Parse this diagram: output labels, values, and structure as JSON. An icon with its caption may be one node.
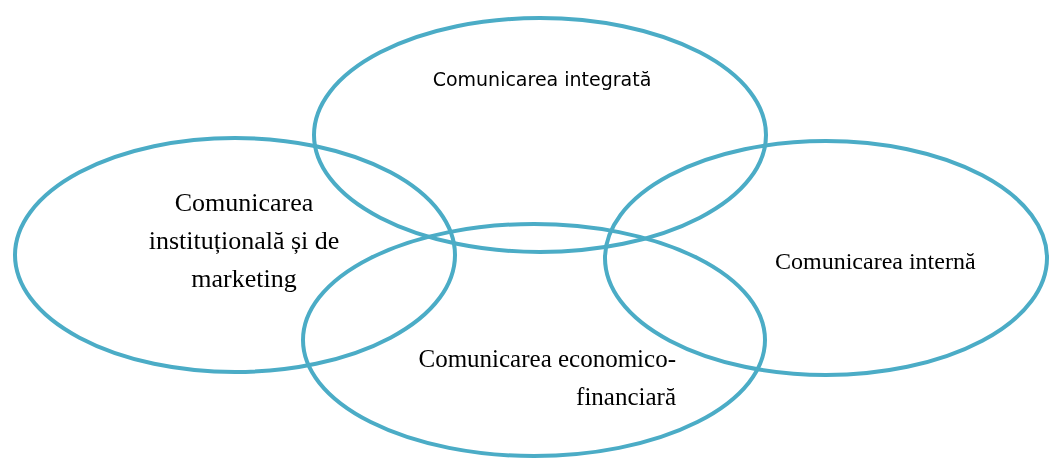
{
  "diagram": {
    "nodes": [
      {
        "text": [
          "Comunicarea integrată"
        ]
      },
      {
        "text": [
          "Comunicarea instituțională și de marketing"
        ]
      },
      {
        "text": [
          "Comunicarea internă"
        ]
      },
      {
        "text": [
          "Comunicarea economico-financiară"
        ]
      }
    ]
  }
}
